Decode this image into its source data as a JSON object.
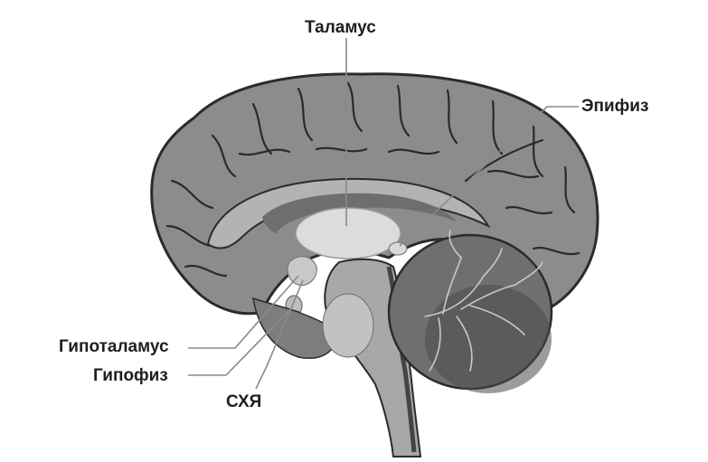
{
  "labels": {
    "thalamus": "Таламус",
    "epiphysis": "Эпифиз",
    "hypothalamus": "Гипоталамус",
    "hypophysis": "Гипофиз",
    "scn": "СХЯ"
  },
  "colors": {
    "background": "#ffffff",
    "cortex": "#8c8c8c",
    "cortex_outline": "#2b2b2b",
    "gyri_lines": "#2a2a2a",
    "corpus_callosum": "#b3b3b3",
    "ventricle": "#6e6e6e",
    "thalamus": "#dcdcdc",
    "brainstem": "#a8a8a8",
    "cerebellum": "#6f6f6f",
    "cerebellum_dark": "#4a4a4a",
    "label_text": "#1f1f1f",
    "leader_line": "#8a8a8a"
  }
}
